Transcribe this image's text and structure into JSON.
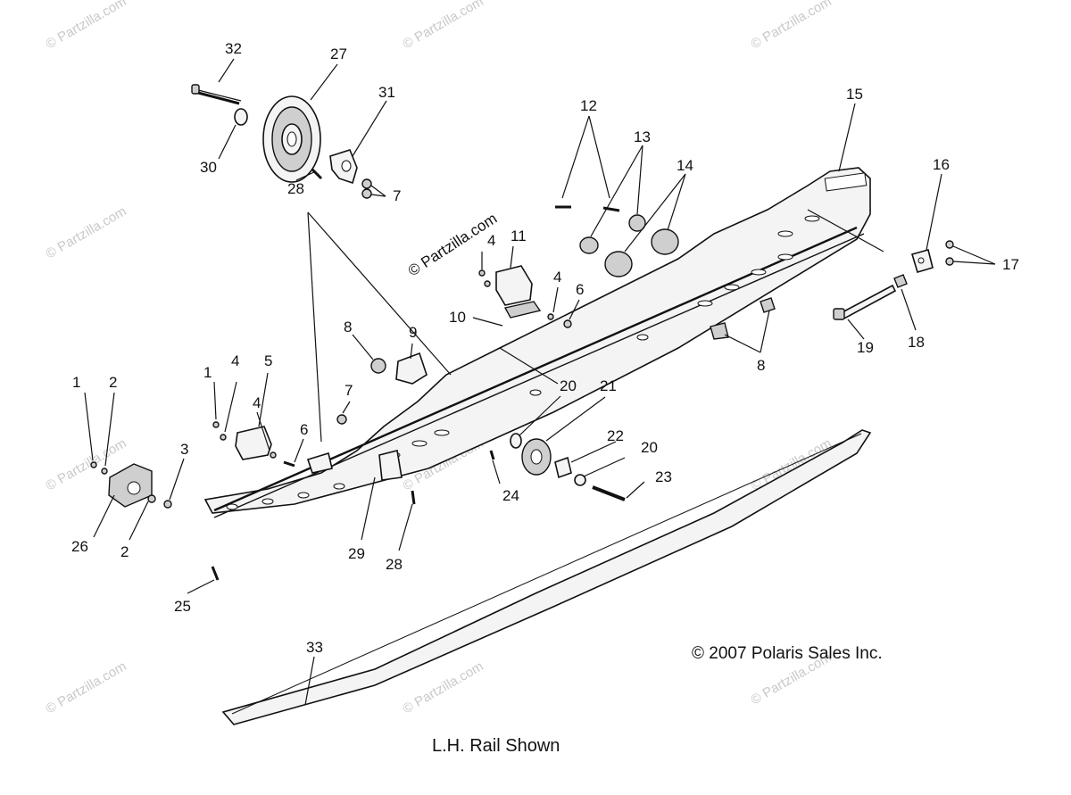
{
  "diagram": {
    "callouts": [
      {
        "id": "c32",
        "text": "32"
      },
      {
        "id": "c27",
        "text": "27"
      },
      {
        "id": "c31",
        "text": "31"
      },
      {
        "id": "c30",
        "text": "30"
      },
      {
        "id": "c28a",
        "text": "28"
      },
      {
        "id": "c7a",
        "text": "7"
      },
      {
        "id": "c12",
        "text": "12"
      },
      {
        "id": "c13",
        "text": "13"
      },
      {
        "id": "c14",
        "text": "14"
      },
      {
        "id": "c15",
        "text": "15"
      },
      {
        "id": "c16",
        "text": "16"
      },
      {
        "id": "c17",
        "text": "17"
      },
      {
        "id": "c18",
        "text": "18"
      },
      {
        "id": "c19",
        "text": "19"
      },
      {
        "id": "c4a",
        "text": "4"
      },
      {
        "id": "c11",
        "text": "11"
      },
      {
        "id": "c4b",
        "text": "4"
      },
      {
        "id": "c6a",
        "text": "6"
      },
      {
        "id": "c10",
        "text": "10"
      },
      {
        "id": "c8a",
        "text": "8"
      },
      {
        "id": "c9",
        "text": "9"
      },
      {
        "id": "c8b",
        "text": "8"
      },
      {
        "id": "c1a",
        "text": "1"
      },
      {
        "id": "c4c",
        "text": "4"
      },
      {
        "id": "c5",
        "text": "5"
      },
      {
        "id": "c7b",
        "text": "7"
      },
      {
        "id": "c4d",
        "text": "4"
      },
      {
        "id": "c6b",
        "text": "6"
      },
      {
        "id": "c1b",
        "text": "1"
      },
      {
        "id": "c2a",
        "text": "2"
      },
      {
        "id": "c3",
        "text": "3"
      },
      {
        "id": "c20a",
        "text": "20"
      },
      {
        "id": "c21",
        "text": "21"
      },
      {
        "id": "c22",
        "text": "22"
      },
      {
        "id": "c20b",
        "text": "20"
      },
      {
        "id": "c23",
        "text": "23"
      },
      {
        "id": "c24",
        "text": "24"
      },
      {
        "id": "c26",
        "text": "26"
      },
      {
        "id": "c2b",
        "text": "2"
      },
      {
        "id": "c29",
        "text": "29"
      },
      {
        "id": "c28b",
        "text": "28"
      },
      {
        "id": "c25",
        "text": "25"
      },
      {
        "id": "c33",
        "text": "33"
      }
    ],
    "watermark_text": "© Partzilla.com",
    "stamp_text": "© Partzilla.com",
    "copyright": "© 2007 Polaris Sales Inc.",
    "caption": "L.H. Rail Shown"
  }
}
